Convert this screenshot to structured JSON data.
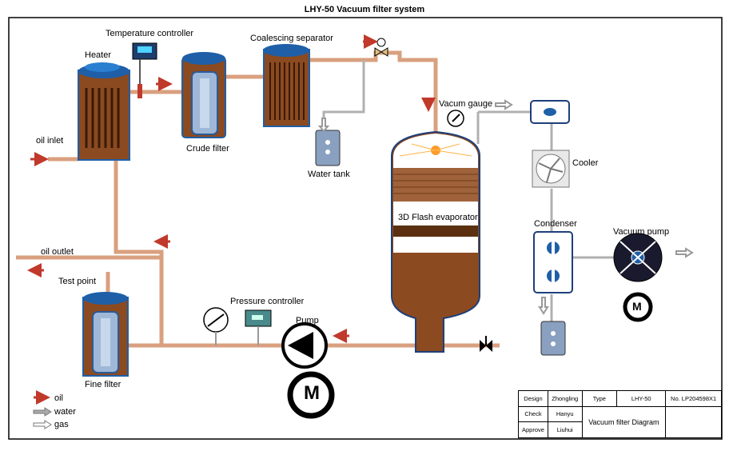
{
  "title": "LHY-50 Vacuum filter system",
  "components": {
    "temperature_controller": "Temperature controller",
    "heater": "Heater",
    "coalescing_separator": "Coalescing separator",
    "crude_filter": "Crude filter",
    "water_tank": "Water tank",
    "vacuum_gauge": "Vacum gauge",
    "cooler": "Cooler",
    "flash_evaporator": "3D Flash evaporator",
    "condenser": "Condenser",
    "vacuum_pump": "Vacuum pump",
    "oil_inlet": "oil inlet",
    "oil_outlet": "oil outlet",
    "test_point": "Test point",
    "pressure_controller": "Pressure controller",
    "pump": "Pump",
    "fine_filter": "Fine filter",
    "motor_letter": "M"
  },
  "legend": {
    "oil": "oil",
    "water": "water",
    "gas": "gas"
  },
  "title_block": {
    "design_label": "Design",
    "design_name": "Zhongling",
    "type_label": "Type",
    "type_value": "LHY-50",
    "number": "No. LP204598X1",
    "check_label": "Check",
    "check_name": "Hanyu",
    "approve_label": "Approve",
    "approve_name": "Liuhui",
    "drawing_name": "Vacuum filter Diagram"
  },
  "colors": {
    "oil_pipe": "#d9a07f",
    "oil_arrow": "#c0392b",
    "vessel_brown": "#8b4a1f",
    "vessel_top": "#1e5fa8",
    "frame": "#000000"
  }
}
